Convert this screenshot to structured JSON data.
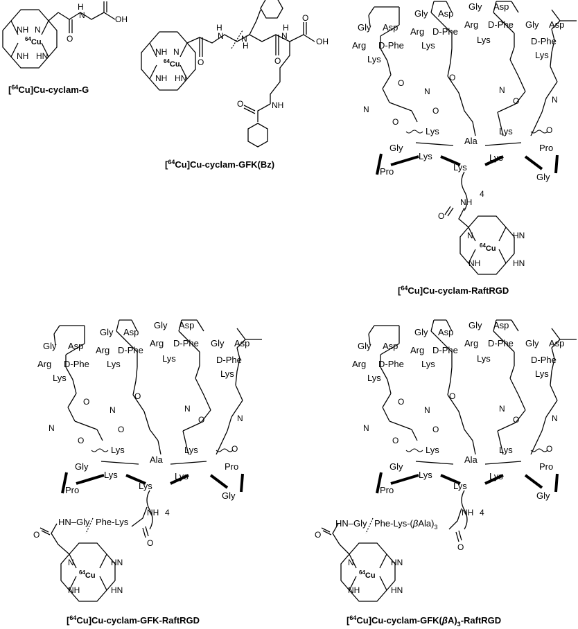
{
  "captions": {
    "c1": [
      "[",
      "64",
      "Cu]Cu-cyclam-G"
    ],
    "c2": [
      "[",
      "64",
      "Cu]Cu-cyclam-GFK(Bz)"
    ],
    "c3": [
      "[",
      "64",
      "Cu]Cu-cyclam-RaftRGD"
    ],
    "c4": [
      "[",
      "64",
      "Cu]Cu-cyclam-GFK-RaftRGD"
    ],
    "c5": [
      "[",
      "64",
      "Cu]Cu-cyclam-GFK(",
      "β",
      "A)",
      "3",
      "-RaftRGD"
    ]
  },
  "atoms": {
    "NH": "NH",
    "HN": "HN",
    "N": "N",
    "O": "O",
    "OH": "OH",
    "H": "H",
    "4": "4",
    "Cu": "Cu",
    "64": "64"
  },
  "residues": {
    "Gly": "Gly",
    "Asp": "Asp",
    "Arg": "Arg",
    "DPhe": "D-Phe",
    "Lys": "Lys",
    "Ala": "Ala",
    "Pro": "Pro",
    "HNGly": "HN–Gly",
    "PheLys": "Phe-Lys",
    "PheLysBA": "Phe-Lys-(",
    "beta": "β",
    "Ala3": "Ala)",
    "sub3": "3"
  }
}
